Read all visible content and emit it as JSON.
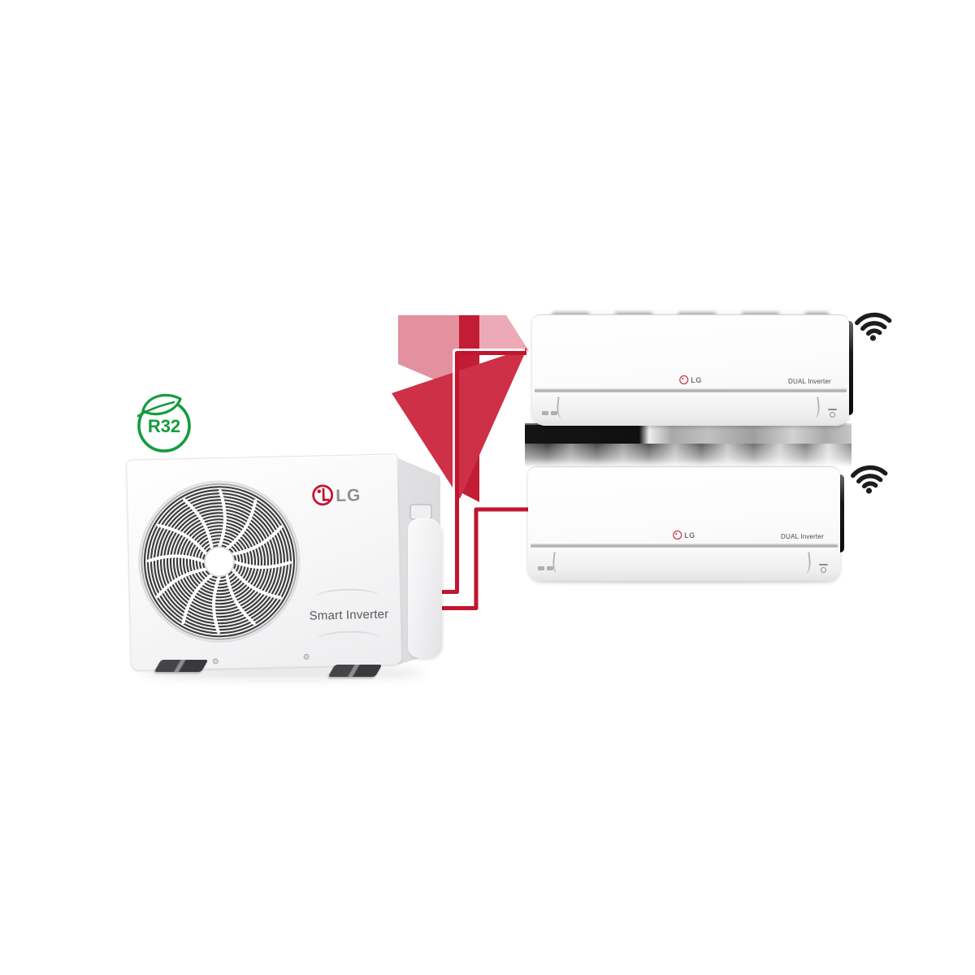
{
  "badge": {
    "label": "R32",
    "color": "#169b3e"
  },
  "outdoor_unit": {
    "brand": "LG",
    "tagline": "Smart Inverter"
  },
  "indoor_units": [
    {
      "brand": "LG",
      "feature_label": "DUAL Inverter"
    },
    {
      "brand": "LG",
      "feature_label": "DUAL Inverter"
    }
  ],
  "colors": {
    "lg_red": "#c8102e",
    "pipe_red": "#c2152f",
    "ribbon_pink_light": "#e3919f",
    "ribbon_pink_pale": "#ecaab6",
    "ribbon_dark_red": "#c21d35",
    "ribbon_triangle_red": "#cd3047",
    "badge_green": "#169b3e"
  }
}
